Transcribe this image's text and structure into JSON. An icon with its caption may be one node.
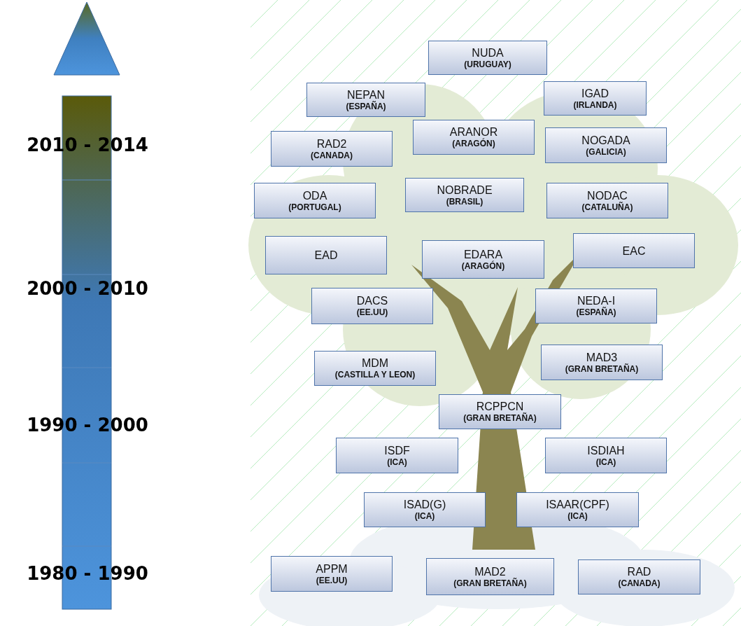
{
  "diagram": {
    "nodes": [
      {
        "text": [
          "NUDA",
          "(URUGUAY)"
        ]
      },
      {
        "text": [
          "NEPAN",
          "(ESPAÑA)"
        ]
      },
      {
        "text": [
          "IGAD",
          "(IRLANDA)"
        ]
      },
      {
        "text": [
          "RAD2",
          "(CANADA)"
        ]
      },
      {
        "text": [
          "ARANOR",
          "(ARAGÓN)"
        ]
      },
      {
        "text": [
          "NOGADA",
          "(GALICIA)"
        ]
      },
      {
        "text": [
          "ODA",
          "(PORTUGAL)"
        ]
      },
      {
        "text": [
          "NOBRADE",
          "(BRASIL)"
        ]
      },
      {
        "text": [
          "NODAC",
          "(CATALUÑA)"
        ]
      },
      {
        "text": [
          "EAD"
        ]
      },
      {
        "text": [
          "EDARA",
          "(ARAGÓN)"
        ]
      },
      {
        "text": [
          "EAC"
        ]
      },
      {
        "text": [
          "DACS",
          "(EE.UU)"
        ]
      },
      {
        "text": [
          "NEDA-I",
          "(ESPAÑA)"
        ]
      },
      {
        "text": [
          "MDM",
          "(CASTILLA Y LEON)"
        ]
      },
      {
        "text": [
          "MAD3",
          "(GRAN BRETAÑA)"
        ]
      },
      {
        "text": [
          "RCPPCN",
          "(GRAN BRETAÑA)"
        ]
      },
      {
        "text": [
          "ISDF",
          "(ICA)"
        ]
      },
      {
        "text": [
          "ISDIAH",
          "(ICA)"
        ]
      },
      {
        "text": [
          "ISAD(G)",
          "(ICA)"
        ]
      },
      {
        "text": [
          "ISAAR(CPF)",
          "(ICA)"
        ]
      },
      {
        "text": [
          "APPM",
          "(EE.UU)"
        ]
      },
      {
        "text": [
          "MAD2",
          "(GRAN BRETAÑA)"
        ]
      },
      {
        "text": [
          "RAD",
          "(CANADA)"
        ]
      }
    ],
    "labels": [
      "2010 - 2014",
      "2000 - 2010",
      "1990 - 2000",
      "1980 - 1990"
    ]
  }
}
